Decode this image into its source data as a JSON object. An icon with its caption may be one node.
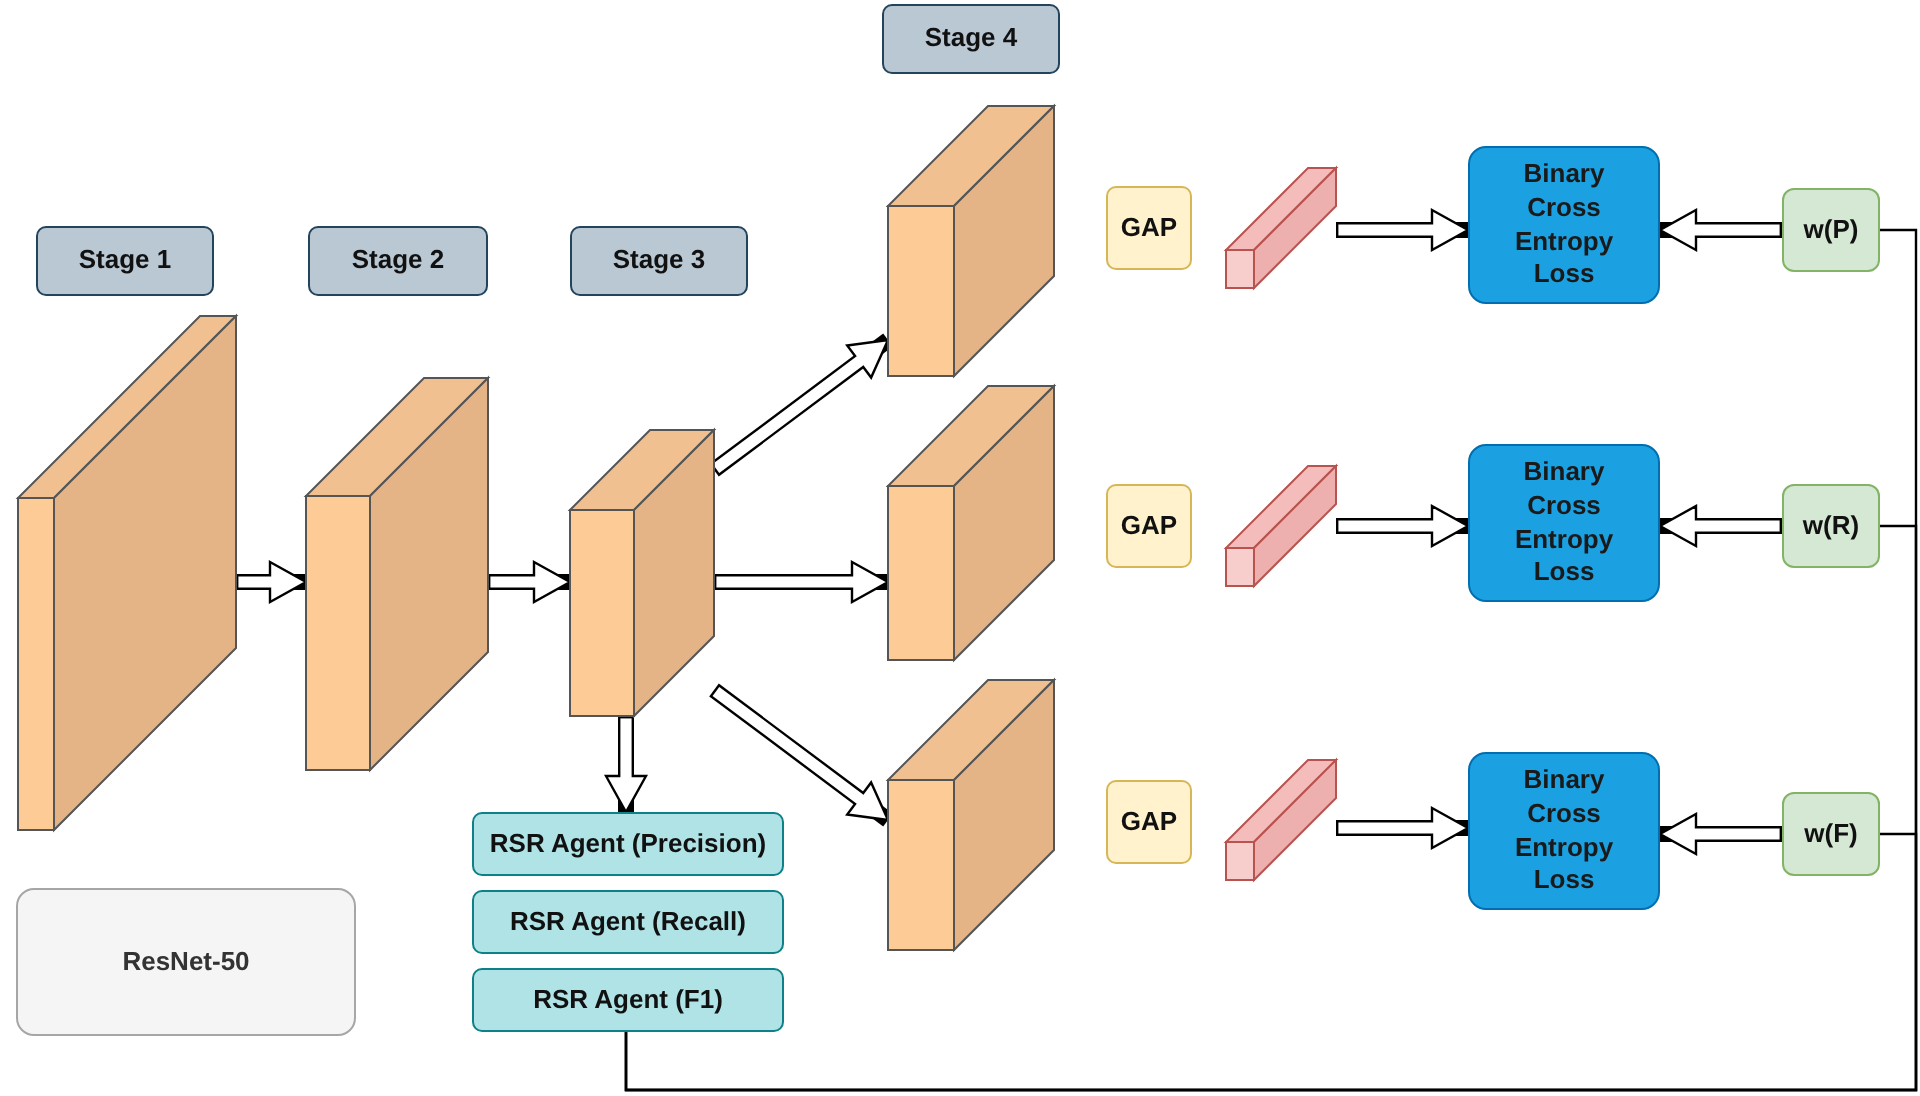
{
  "diagram": {
    "nodes": [
      {
        "text": [
          "Stage 1"
        ]
      },
      {
        "text": [
          "Stage 2"
        ]
      },
      {
        "text": [
          "Stage 3"
        ]
      },
      {
        "text": [
          "Stage 4"
        ]
      },
      {
        "text": [],
        "shape": "box"
      },
      {
        "text": [],
        "shape": "box"
      },
      {
        "text": [],
        "shape": "box"
      },
      {
        "text": [],
        "shape": "box"
      },
      {
        "text": [],
        "shape": "box"
      },
      {
        "text": [],
        "shape": "box"
      },
      {
        "text": [
          "RSR Agent (Precision)"
        ]
      },
      {
        "text": [
          "RSR Agent (Recall)"
        ]
      },
      {
        "text": [
          "RSR Agent (F1)"
        ]
      },
      {
        "text": [
          "ResNet-50"
        ]
      },
      {
        "text": [
          "GAP"
        ]
      },
      {
        "text": [
          "GAP"
        ]
      },
      {
        "text": [
          "GAP"
        ]
      },
      {
        "text": [],
        "shape": "bar"
      },
      {
        "text": [],
        "shape": "bar"
      },
      {
        "text": [],
        "shape": "bar"
      },
      {
        "text": [
          "Binary Cross Entropy Loss"
        ]
      },
      {
        "text": [
          "Binary Cross Entropy Loss"
        ]
      },
      {
        "text": [
          "Binary Cross Entropy Loss"
        ]
      },
      {
        "text": [
          "w(P)"
        ]
      },
      {
        "text": [
          "w(R)"
        ]
      },
      {
        "text": [
          "w(F)"
        ]
      }
    ],
    "edges": [
      {
        "from": 4,
        "to": 5,
        "arrow": "to"
      },
      {
        "from": 5,
        "to": 6,
        "arrow": "to"
      },
      {
        "from": 6,
        "to": 7,
        "arrow": "to"
      },
      {
        "from": 6,
        "to": 8,
        "arrow": "to"
      },
      {
        "from": 6,
        "to": 9,
        "arrow": "to"
      },
      {
        "from": 6,
        "to": 10,
        "arrow": "to"
      },
      {
        "from": 17,
        "to": 20,
        "arrow": "to"
      },
      {
        "from": 18,
        "to": 21,
        "arrow": "to"
      },
      {
        "from": 19,
        "to": 22,
        "arrow": "to"
      },
      {
        "from": 23,
        "to": 20,
        "arrow": "to"
      },
      {
        "from": 24,
        "to": 21,
        "arrow": "to"
      },
      {
        "from": 25,
        "to": 22,
        "arrow": "to"
      },
      {
        "from": 12,
        "to": 23,
        "arrow": "none"
      },
      {
        "from": 12,
        "to": 24,
        "arrow": "none"
      },
      {
        "from": 12,
        "to": 25,
        "arrow": "none"
      }
    ]
  }
}
